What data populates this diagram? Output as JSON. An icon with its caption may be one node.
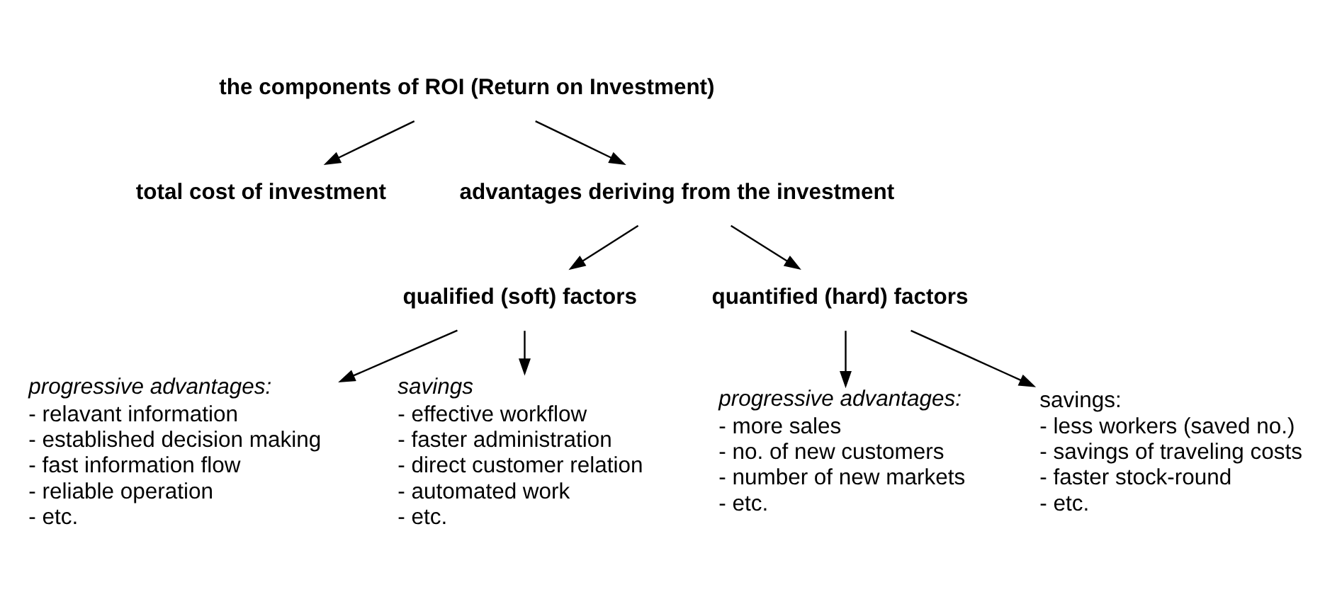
{
  "diagram": {
    "nodes": [
      {
        "text": [
          "the components of ROI (Return on Investment)"
        ]
      },
      {
        "text": [
          "total cost of investment"
        ]
      },
      {
        "text": [
          "advantages deriving from the investment"
        ]
      },
      {
        "text": [
          "qualified (soft) factors"
        ]
      },
      {
        "text": [
          "quantified (hard) factors"
        ]
      },
      {
        "text": [
          "progressive advantages:",
          "- relavant information",
          "- established decision making",
          "- fast information flow",
          "- reliable operation",
          "- etc."
        ]
      },
      {
        "text": [
          "savings",
          "- effective workflow",
          "- faster administration",
          "- direct customer relation",
          "- automated work",
          "- etc."
        ]
      },
      {
        "text": [
          "progressive advantages:",
          "- more sales",
          "- no. of new customers",
          "- number of new markets",
          "- etc."
        ]
      },
      {
        "text": [
          "savings:",
          "- less workers (saved no.)",
          "- savings of traveling costs",
          "- faster stock-round",
          "- etc."
        ]
      }
    ],
    "edges": [
      {
        "from": 0,
        "to": 1,
        "arrow": "to"
      },
      {
        "from": 0,
        "to": 2,
        "arrow": "to"
      },
      {
        "from": 2,
        "to": 3,
        "arrow": "to"
      },
      {
        "from": 2,
        "to": 4,
        "arrow": "to"
      },
      {
        "from": 3,
        "to": 5,
        "arrow": "to"
      },
      {
        "from": 3,
        "to": 6,
        "arrow": "to"
      },
      {
        "from": 4,
        "to": 7,
        "arrow": "to"
      },
      {
        "from": 4,
        "to": 8,
        "arrow": "to"
      }
    ]
  }
}
